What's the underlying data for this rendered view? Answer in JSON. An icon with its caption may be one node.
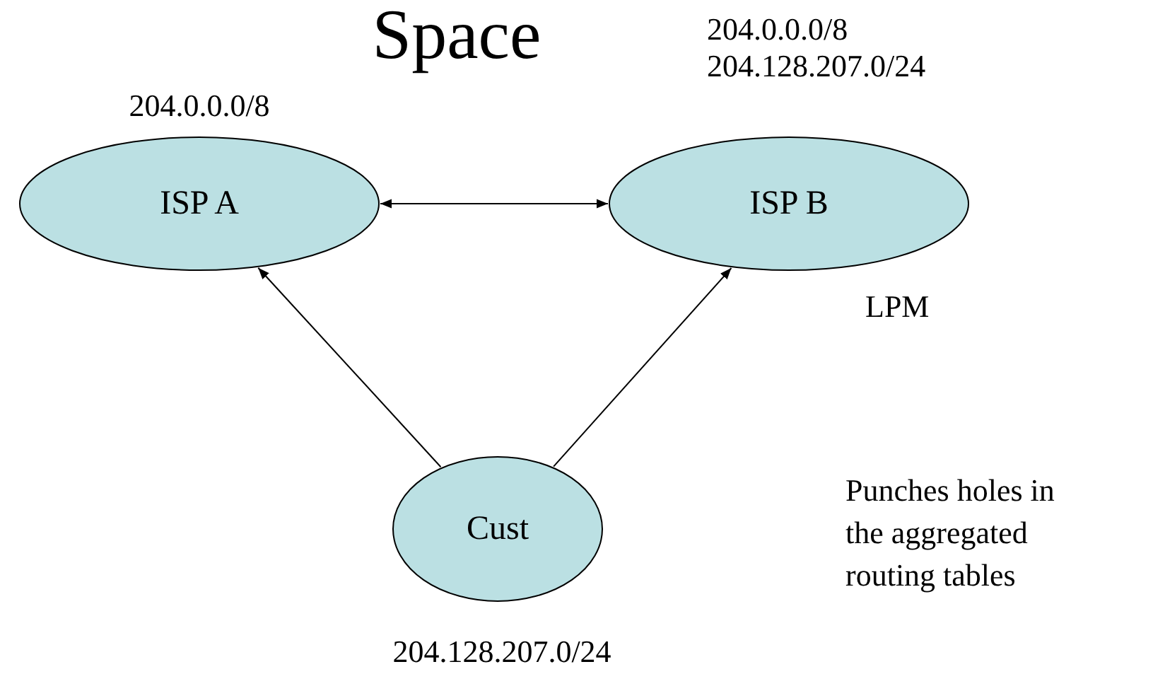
{
  "diagram": {
    "title": "Space",
    "nodes": [
      {
        "text": [
          "ISP A"
        ],
        "beside": [
          "204.0.0.0/8"
        ]
      },
      {
        "text": [
          "ISP B"
        ],
        "beside": [
          "204.0.0.0/8",
          "204.128.207.0/24"
        ]
      },
      {
        "text": [
          "Cust"
        ],
        "beside": [
          "204.128.207.0/24"
        ]
      }
    ],
    "edges": [
      {
        "from": 0,
        "to": 1,
        "arrow": "both"
      },
      {
        "from": 2,
        "to": 0,
        "arrow": "to"
      },
      {
        "from": 2,
        "to": 1,
        "arrow": "to"
      }
    ],
    "labels": [
      "LPM",
      "Punches holes in the aggregated routing tables"
    ]
  }
}
